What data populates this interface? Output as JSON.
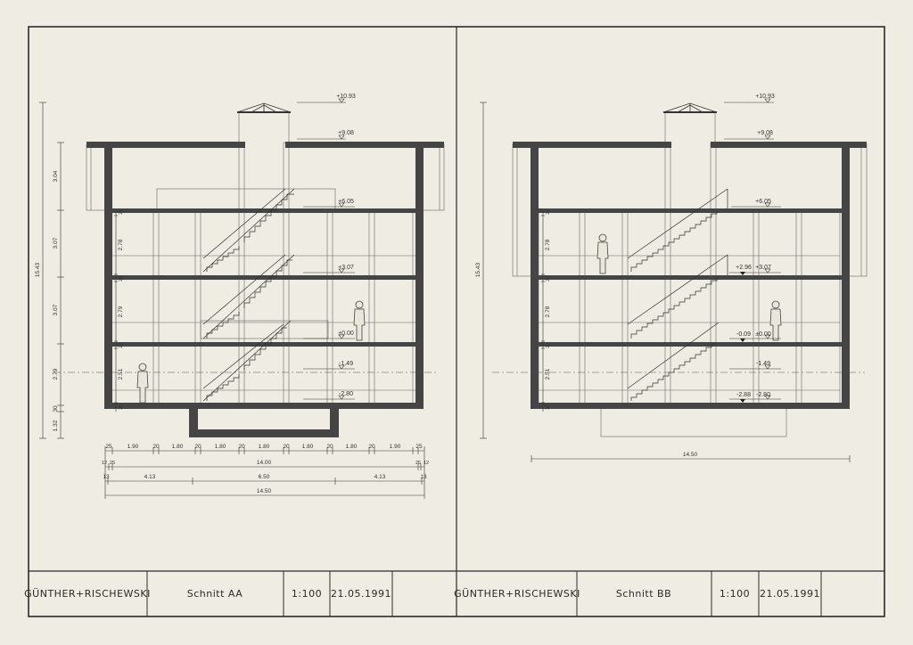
{
  "sheets": [
    {
      "title_block": {
        "office": "GÜNTHER+RISCHEWSKI",
        "title": "Schnitt AA",
        "scale": "1:100",
        "date": "21.05.1991"
      },
      "levels": [
        "+10.93",
        "+9.08",
        "+6.05",
        "+3.07",
        "±0.00",
        "-1.49",
        "-2.80"
      ],
      "vertical_dims": [
        "3.04",
        "3.07",
        "3.07",
        "2.79",
        "30",
        "1.32"
      ],
      "floor_dims": [
        "2.78",
        "2.79",
        "2.51"
      ],
      "slab_marks": [
        "20",
        "20",
        "20",
        "30"
      ],
      "overall_height": "15.43",
      "horizontal_dims": {
        "row1": [
          "25",
          "1.90",
          "20",
          "1.80",
          "20",
          "1.80",
          "20",
          "1.80",
          "20",
          "1.80",
          "20",
          "1.80",
          "20",
          "1.90",
          "25"
        ],
        "row2_left": "12",
        "row2_left_b": "25",
        "row2_total": "14.00",
        "row2_right_a": "25",
        "row2_right_b": "12",
        "row3": [
          "13",
          "4.13",
          "6.50",
          "4.13",
          "13"
        ],
        "overall": "14.50"
      }
    },
    {
      "title_block": {
        "office": "GÜNTHER+RISCHEWSKI",
        "title": "Schnitt BB",
        "scale": "1:100",
        "date": "21.05.1991"
      },
      "levels": [
        "+10.93",
        "+9.08",
        "+6.05",
        "+2.96",
        "+3.07",
        "-0.09",
        "±0.00",
        "-1.49",
        "-2.88",
        "-2.80"
      ],
      "floor_dims": [
        "2.78",
        "2.78",
        "2.51"
      ],
      "slab_marks": [
        "20",
        "20",
        "20",
        "30"
      ],
      "overall_height": "15.43",
      "overall_width": "14.50"
    }
  ]
}
